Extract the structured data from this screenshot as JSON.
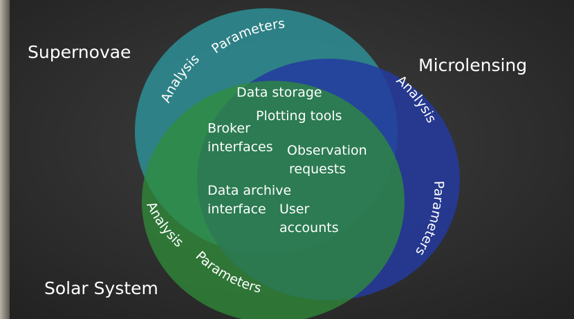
{
  "diagram": {
    "sets": {
      "supernovae": {
        "title": "Supernovae",
        "color": "#2e8a8f",
        "labels": {
          "analysis": "Analysis",
          "parameters": "Parameters"
        }
      },
      "microlensing": {
        "title": "Microlensing",
        "color": "#243a9e",
        "labels": {
          "analysis": "Analysis",
          "parameters": "Parameters"
        }
      },
      "solar_system": {
        "title": "Solar System",
        "color": "#2f8e3a",
        "labels": {
          "analysis": "Analysis",
          "parameters": "Parameters"
        }
      }
    },
    "shared": {
      "data_storage": "Data storage",
      "plotting_tools": "Plotting tools",
      "broker_interfaces": [
        "Broker",
        "interfaces"
      ],
      "observation_requests": [
        "Observation",
        "requests"
      ],
      "data_archive_interface": [
        "Data archive",
        "interface"
      ],
      "user_accounts": [
        "User",
        "accounts"
      ]
    }
  }
}
